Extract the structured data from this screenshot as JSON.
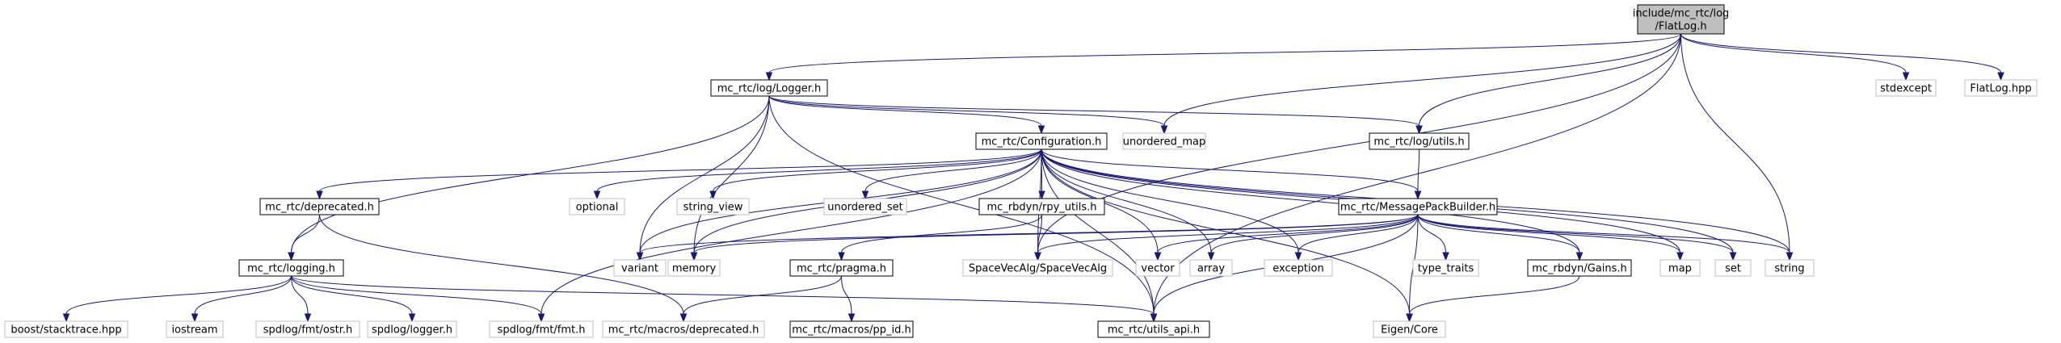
{
  "graph": {
    "nodes": [
      {
        "id": "flatlog",
        "label": "include/mc_rtc/log\n/FlatLog.h",
        "kind": "root"
      },
      {
        "id": "logger",
        "label": "mc_rtc/log/Logger.h",
        "kind": "internal"
      },
      {
        "id": "configuration",
        "label": "mc_rtc/Configuration.h",
        "kind": "internal"
      },
      {
        "id": "logutils",
        "label": "mc_rtc/log/utils.h",
        "kind": "internal"
      },
      {
        "id": "deprecated",
        "label": "mc_rtc/deprecated.h",
        "kind": "internal"
      },
      {
        "id": "rpyutils",
        "label": "mc_rbdyn/rpy_utils.h",
        "kind": "internal"
      },
      {
        "id": "msgpack",
        "label": "mc_rtc/MessagePackBuilder.h",
        "kind": "internal"
      },
      {
        "id": "logging",
        "label": "mc_rtc/logging.h",
        "kind": "internal"
      },
      {
        "id": "pragma",
        "label": "mc_rtc/pragma.h",
        "kind": "internal"
      },
      {
        "id": "gains",
        "label": "mc_rbdyn/Gains.h",
        "kind": "internal"
      },
      {
        "id": "ppid",
        "label": "mc_rtc/macros/pp_id.h",
        "kind": "internal"
      },
      {
        "id": "utilsapi",
        "label": "mc_rtc/utils_api.h",
        "kind": "internal"
      },
      {
        "id": "unordered_map",
        "label": "unordered_map",
        "kind": "external"
      },
      {
        "id": "stdexcept",
        "label": "stdexcept",
        "kind": "external"
      },
      {
        "id": "flatloghpp",
        "label": "FlatLog.hpp",
        "kind": "external"
      },
      {
        "id": "optional",
        "label": "optional",
        "kind": "external"
      },
      {
        "id": "string_view",
        "label": "string_view",
        "kind": "external"
      },
      {
        "id": "unordered_set",
        "label": "unordered_set",
        "kind": "external"
      },
      {
        "id": "variant",
        "label": "variant",
        "kind": "external"
      },
      {
        "id": "memory",
        "label": "memory",
        "kind": "external"
      },
      {
        "id": "spacevecalg",
        "label": "SpaceVecAlg/SpaceVecAlg",
        "kind": "external"
      },
      {
        "id": "vector",
        "label": "vector",
        "kind": "external"
      },
      {
        "id": "array",
        "label": "array",
        "kind": "external"
      },
      {
        "id": "exception",
        "label": "exception",
        "kind": "external"
      },
      {
        "id": "type_traits",
        "label": "type_traits",
        "kind": "external"
      },
      {
        "id": "map",
        "label": "map",
        "kind": "external"
      },
      {
        "id": "set",
        "label": "set",
        "kind": "external"
      },
      {
        "id": "string",
        "label": "string",
        "kind": "external"
      },
      {
        "id": "stacktrace",
        "label": "boost/stacktrace.hpp",
        "kind": "external"
      },
      {
        "id": "iostream",
        "label": "iostream",
        "kind": "external"
      },
      {
        "id": "ostr",
        "label": "spdlog/fmt/ostr.h",
        "kind": "external"
      },
      {
        "id": "spdlogger",
        "label": "spdlog/logger.h",
        "kind": "external"
      },
      {
        "id": "fmt",
        "label": "spdlog/fmt/fmt.h",
        "kind": "external"
      },
      {
        "id": "macrosdep",
        "label": "mc_rtc/macros/deprecated.h",
        "kind": "external"
      },
      {
        "id": "eigen",
        "label": "Eigen/Core",
        "kind": "external"
      }
    ],
    "edges": [
      [
        "flatlog",
        "logger"
      ],
      [
        "flatlog",
        "unordered_map"
      ],
      [
        "flatlog",
        "logutils"
      ],
      [
        "flatlog",
        "spacevecalg"
      ],
      [
        "flatlog",
        "string"
      ],
      [
        "flatlog",
        "utilsapi"
      ],
      [
        "flatlog",
        "stdexcept"
      ],
      [
        "flatlog",
        "flatloghpp"
      ],
      [
        "logger",
        "configuration"
      ],
      [
        "logger",
        "unordered_map"
      ],
      [
        "logger",
        "logutils"
      ],
      [
        "logger",
        "logging"
      ],
      [
        "logger",
        "variant"
      ],
      [
        "logger",
        "memory"
      ],
      [
        "logger",
        "utilsapi"
      ],
      [
        "configuration",
        "deprecated"
      ],
      [
        "configuration",
        "optional"
      ],
      [
        "configuration",
        "string_view"
      ],
      [
        "configuration",
        "unordered_set"
      ],
      [
        "configuration",
        "rpyutils"
      ],
      [
        "configuration",
        "msgpack"
      ],
      [
        "configuration",
        "variant"
      ],
      [
        "configuration",
        "memory"
      ],
      [
        "configuration",
        "spacevecalg"
      ],
      [
        "configuration",
        "vector"
      ],
      [
        "configuration",
        "array"
      ],
      [
        "configuration",
        "exception"
      ],
      [
        "configuration",
        "gains"
      ],
      [
        "configuration",
        "map"
      ],
      [
        "configuration",
        "set"
      ],
      [
        "configuration",
        "string"
      ],
      [
        "configuration",
        "fmt"
      ],
      [
        "configuration",
        "eigen"
      ],
      [
        "configuration",
        "utilsapi"
      ],
      [
        "logutils",
        "msgpack"
      ],
      [
        "deprecated",
        "logging"
      ],
      [
        "deprecated",
        "macrosdep"
      ],
      [
        "rpyutils",
        "spacevecalg"
      ],
      [
        "rpyutils",
        "pragma"
      ],
      [
        "msgpack",
        "variant"
      ],
      [
        "msgpack",
        "memory"
      ],
      [
        "msgpack",
        "spacevecalg"
      ],
      [
        "msgpack",
        "vector"
      ],
      [
        "msgpack",
        "array"
      ],
      [
        "msgpack",
        "exception"
      ],
      [
        "msgpack",
        "type_traits"
      ],
      [
        "msgpack",
        "gains"
      ],
      [
        "msgpack",
        "map"
      ],
      [
        "msgpack",
        "set"
      ],
      [
        "msgpack",
        "string"
      ],
      [
        "msgpack",
        "eigen"
      ],
      [
        "msgpack",
        "utilsapi"
      ],
      [
        "logging",
        "stacktrace"
      ],
      [
        "logging",
        "iostream"
      ],
      [
        "logging",
        "ostr"
      ],
      [
        "logging",
        "spdlogger"
      ],
      [
        "logging",
        "fmt"
      ],
      [
        "logging",
        "utilsapi"
      ],
      [
        "pragma",
        "macrosdep"
      ],
      [
        "pragma",
        "ppid"
      ],
      [
        "gains",
        "eigen"
      ]
    ]
  }
}
